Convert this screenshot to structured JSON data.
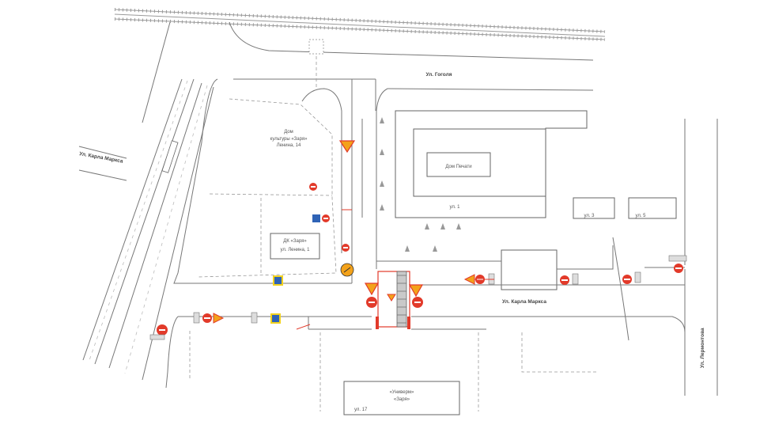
{
  "streets": {
    "top": "Ул. Гоголя",
    "left": "Ул. Карла Маркса",
    "bottom": "Ул. Карла Маркса",
    "right": "Ул. Лермонтова"
  },
  "buildings": {
    "school_title": "Дом",
    "school_name": "культуры «Заря»",
    "school_addr": "Ленина, 14",
    "shop_name": "ДК «Заря»",
    "shop_addr": "ул. Ленина, 1",
    "house_center": "Дом Печати",
    "house_center_num": "ул. 1",
    "house_right_1": "ул. 3",
    "house_right_2": "ул. 5",
    "station_name": "«Универм»",
    "station_name2": "«Заря»",
    "station_num": "ул. 17"
  },
  "colors": {
    "sign_red": "#e23a2a",
    "sign_orange": "#f3a21a",
    "sign_blue": "#2f63b6",
    "sign_yellow": "#f2d21e",
    "line": "#777777",
    "dashed": "#999999"
  },
  "icons": [
    "no-entry-sign-icon",
    "yield-sign-icon",
    "roadworks-sign-icon",
    "pedestrian-crossing-sign-icon",
    "parking-sign-icon"
  ]
}
